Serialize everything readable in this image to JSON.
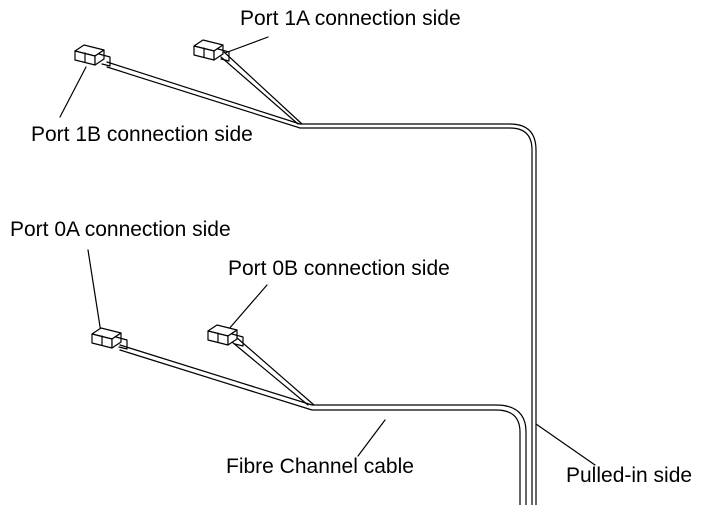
{
  "labels": {
    "port_1a": "Port 1A connection side",
    "port_1b": "Port 1B connection side",
    "port_0a": "Port 0A connection side",
    "port_0b": "Port 0B connection side",
    "cable": "Fibre Channel cable",
    "pulled_in": "Pulled-in side"
  }
}
